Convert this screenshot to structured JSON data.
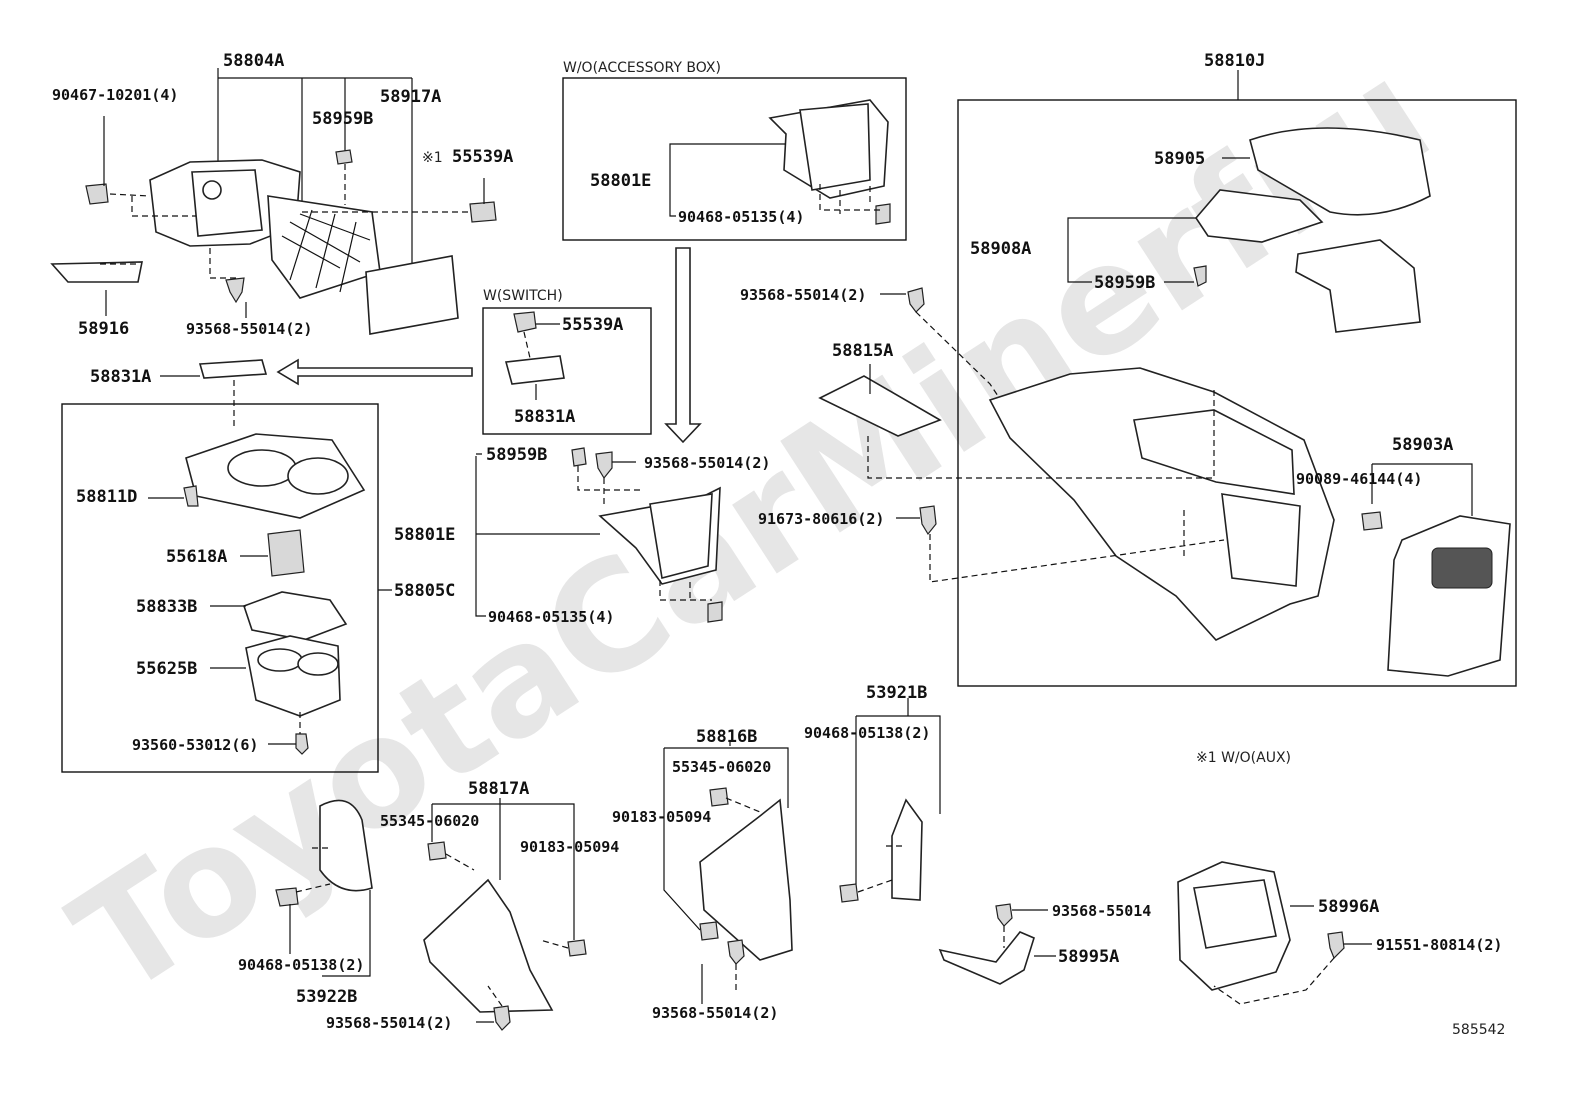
{
  "watermark": "ToyotaCarMinerfru",
  "captions": {
    "wo_accessory_box": "W/O(ACCESSORY BOX)",
    "w_switch": "W(SWITCH)",
    "wo_aux_note": "※1 W/O(AUX)",
    "aux_mark": "※1"
  },
  "labels": {
    "p58804A": "58804A",
    "p90467_10201": "90467-10201(4)",
    "p58959B_top": "58959B",
    "p58917A": "58917A",
    "p55539A_top": "55539A",
    "p58916": "58916",
    "p93568_55014_a": "93568-55014(2)",
    "p58831A_left": "58831A",
    "p55539A_sw": "55539A",
    "p58831A_sw": "58831A",
    "p58811D": "58811D",
    "p55618A": "55618A",
    "p58833B": "58833B",
    "p55625B": "55625B",
    "p93560_53012": "93560-53012(6)",
    "p58805C": "58805C",
    "p58801E_top": "58801E",
    "p90468_05135_top": "90468-05135(4)",
    "p58959B_mid": "58959B",
    "p93568_55014_b": "93568-55014(2)",
    "p58801E_mid": "58801E",
    "p90468_05135_mid": "90468-05135(4)",
    "p58810J": "58810J",
    "p58905": "58905",
    "p58908A": "58908A",
    "p58959B_right": "58959B",
    "p93568_55014_c": "93568-55014(2)",
    "p58815A": "58815A",
    "p58903A": "58903A",
    "p90089_46144": "90089-46144(4)",
    "p91673_80616": "91673-80616(2)",
    "p53921B": "53921B",
    "p90468_05138_right": "90468-05138(2)",
    "p58816B": "58816B",
    "p55345_06020_right": "55345-06020",
    "p90183_05094_right": "90183-05094",
    "p93568_55014_d": "93568-55014(2)",
    "p58817A": "58817A",
    "p55345_06020_left": "55345-06020",
    "p90183_05094_left": "90183-05094",
    "p93568_55014_e": "93568-55014(2)",
    "p90468_05138_left": "90468-05138(2)",
    "p53922B": "53922B",
    "p93568_55014_f": "93568-55014",
    "p58995A": "58995A",
    "p58996A": "58996A",
    "p91551_80814": "91551-80814(2)",
    "diagram_no": "585542"
  }
}
